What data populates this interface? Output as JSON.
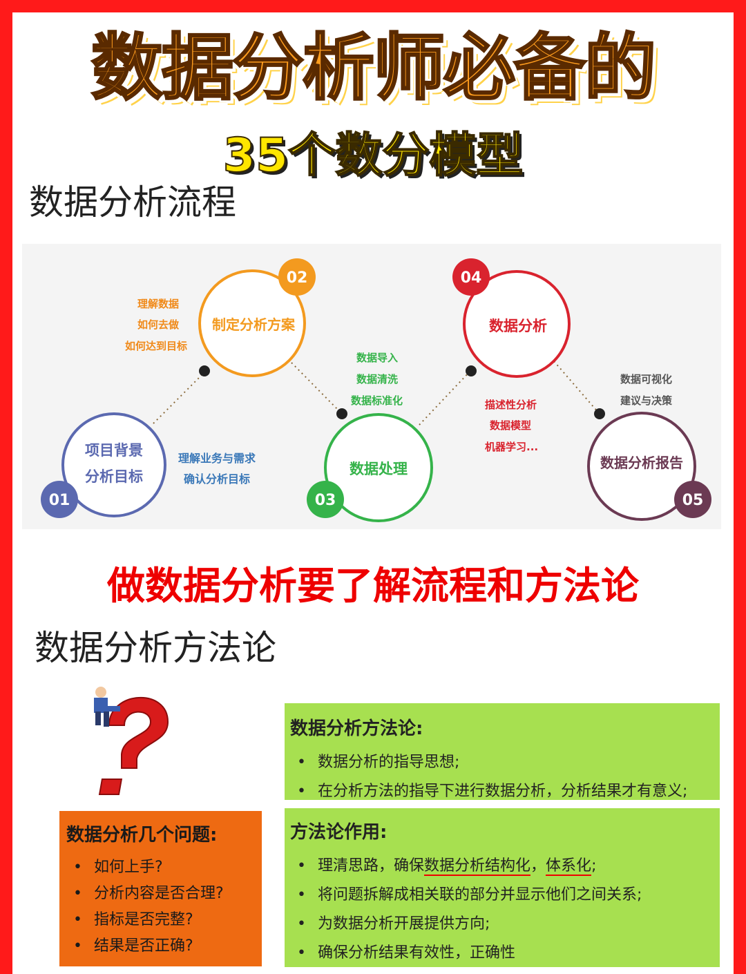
{
  "title": {
    "main": "数据分析师必备的",
    "sub": "35个数分模型"
  },
  "section1": {
    "heading": "数据分析流程"
  },
  "flow": {
    "steps": [
      {
        "num": "01",
        "label_line1": "项目背景",
        "label_line2": "分析目标",
        "color": "#5b69b0",
        "notes": [
          "理解业务与需求",
          "确认分析目标"
        ]
      },
      {
        "num": "02",
        "label": "制定分析方案",
        "color": "#f39a1f",
        "notes": [
          "理解数据",
          "如何去做",
          "如何达到目标"
        ]
      },
      {
        "num": "03",
        "label": "数据处理",
        "color": "#35b34a",
        "notes": [
          "数据导入",
          "数据清洗",
          "数据标准化"
        ]
      },
      {
        "num": "04",
        "label": "数据分析",
        "color": "#d9232e",
        "notes": [
          "描述性分析",
          "数据模型",
          "机器学习..."
        ]
      },
      {
        "num": "05",
        "label": "数据分析报告",
        "color": "#6b3a53",
        "notes": [
          "数据可视化",
          "建议与决策"
        ]
      }
    ]
  },
  "divider_text": "做数据分析要了解流程和方法论",
  "section2": {
    "heading": "数据分析方法论"
  },
  "questions_box": {
    "title": "数据分析几个问题:",
    "items": [
      "如何上手?",
      "分析内容是否合理?",
      "指标是否完整?",
      "结果是否正确?"
    ]
  },
  "methodology_box": {
    "title": "数据分析方法论:",
    "items": [
      "数据分析的指导思想;",
      "在分析方法的指导下进行数据分析，分析结果才有意义;"
    ]
  },
  "role_box": {
    "title": "方法论作用:",
    "item1_pre": "理清思路，确保",
    "item1_underline1": "数据分析结构化",
    "item1_mid": "，",
    "item1_underline2": "体系化",
    "item1_post": ";",
    "items": [
      "将问题拆解成相关联的部分并显示他们之间关系;",
      "为数据分析开展提供方向;",
      "确保分析结果有效性，正确性"
    ]
  },
  "colors": {
    "frame": "#ff1a1a",
    "title_orange": "#ff9d1e",
    "subtitle_yellow": "#ffe600",
    "accent_red": "#ee0000",
    "box_green": "#a7e050",
    "box_orange": "#ee6a12"
  }
}
